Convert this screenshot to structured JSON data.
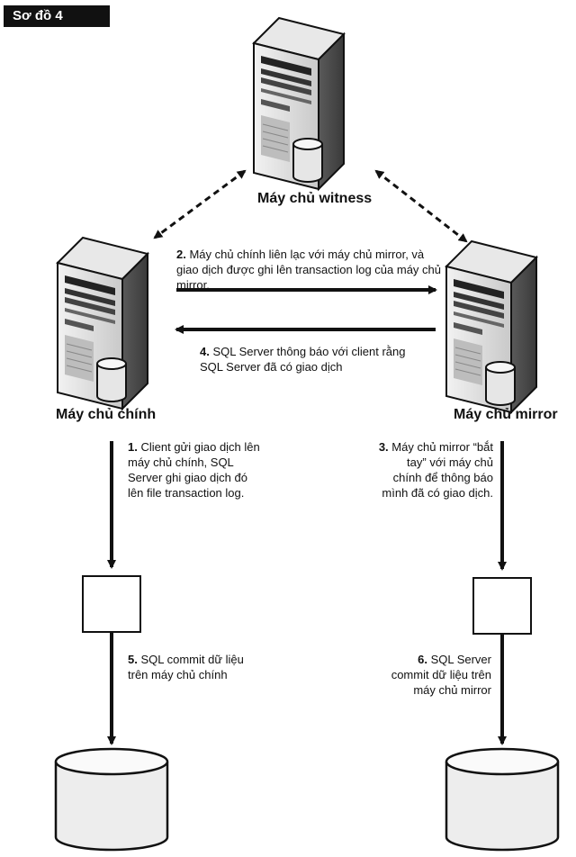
{
  "badge": "Sơ đồ 4",
  "servers": {
    "witness": "Máy chủ witness",
    "principal": "Máy chủ chính",
    "mirror": "Máy chủ mirror"
  },
  "steps": [
    {
      "num": "1.",
      "text": "Client gửi giao dịch lên máy chủ chính, SQL Server ghi giao dịch đó lên file transaction log."
    },
    {
      "num": "2.",
      "text": "Máy chủ chính liên lạc với máy chủ mirror, và giao dịch được ghi lên transaction log của máy chủ mirror."
    },
    {
      "num": "3.",
      "text": "Máy chủ mirror “bắt tay” với máy chủ chính để thông báo mình đã có giao dịch."
    },
    {
      "num": "4.",
      "text": "SQL Server thông báo với client rằng SQL Server đã có giao dịch"
    },
    {
      "num": "5.",
      "text": "SQL commit dữ liệu trên máy chủ chính"
    },
    {
      "num": "6.",
      "text": "SQL Server commit dữ liệu trên máy chủ mirror"
    }
  ]
}
